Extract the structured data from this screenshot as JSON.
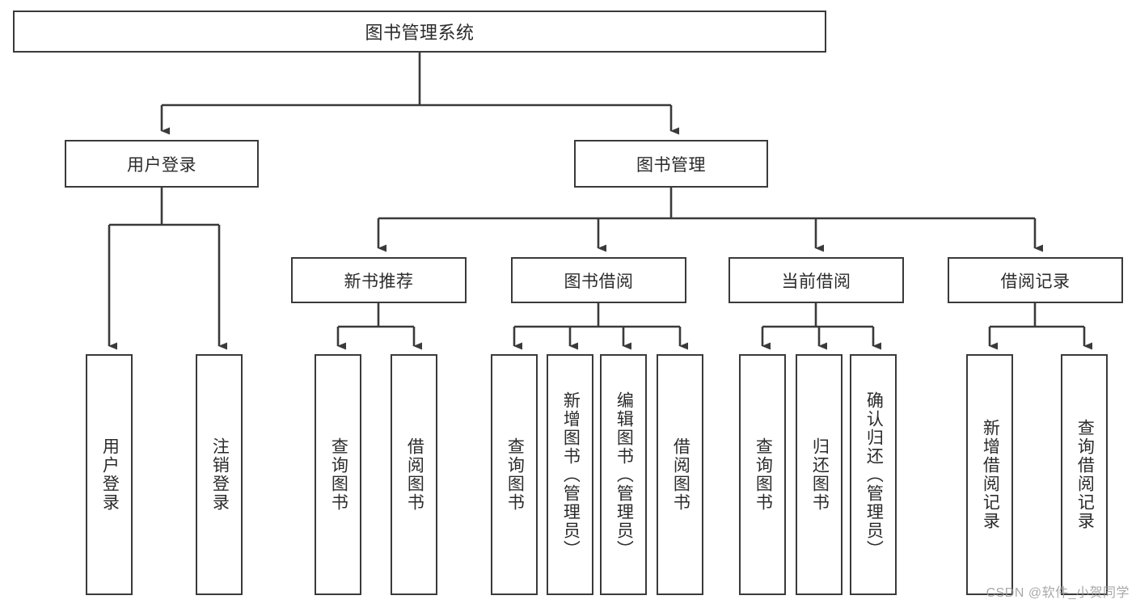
{
  "diagram": {
    "type": "tree-hierarchy",
    "title": "图书管理系统",
    "watermark": "CSDN @软件_小贺同学",
    "colors": {
      "stroke": "#3a3a3a",
      "fill": "#ffffff",
      "text": "#2b2b2b",
      "watermark": "#9a9a9a"
    },
    "root": {
      "label": "图书管理系统"
    },
    "level1": [
      {
        "label": "用户登录"
      },
      {
        "label": "图书管理"
      }
    ],
    "level2": [
      {
        "label": "新书推荐"
      },
      {
        "label": "图书借阅"
      },
      {
        "label": "当前借阅"
      },
      {
        "label": "借阅记录"
      }
    ],
    "leaves": {
      "user_login": [
        {
          "label": "用户登录"
        },
        {
          "label": "注销登录"
        }
      ],
      "new_book_recommend": [
        {
          "label": "查询图书"
        },
        {
          "label": "借阅图书"
        }
      ],
      "book_borrow": [
        {
          "label": "查询图书"
        },
        {
          "label": "新增图书（管理员）"
        },
        {
          "label": "编辑图书（管理员）"
        },
        {
          "label": "借阅图书"
        }
      ],
      "current_borrow": [
        {
          "label": "查询图书"
        },
        {
          "label": "归还图书"
        },
        {
          "label": "确认归还（管理员）"
        }
      ],
      "borrow_record": [
        {
          "label": "新增借阅记录"
        },
        {
          "label": "查询借阅记录"
        }
      ]
    }
  }
}
